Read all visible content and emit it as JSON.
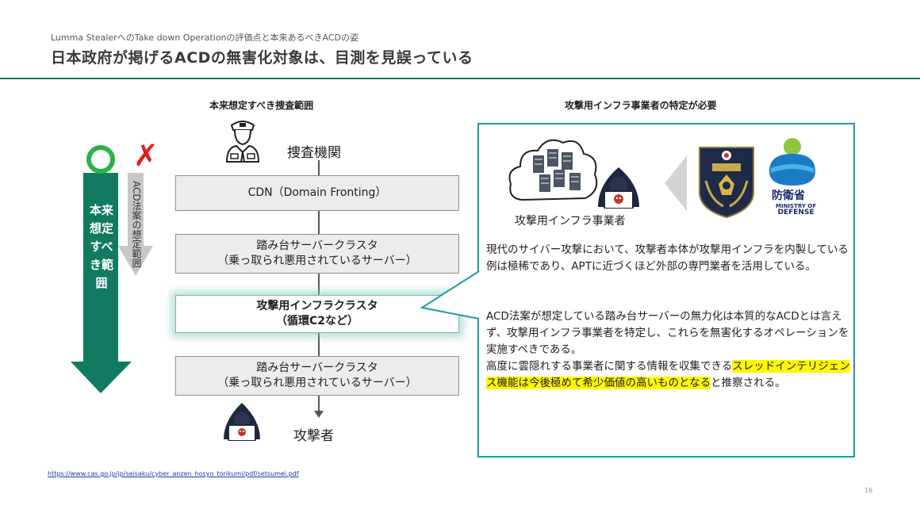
{
  "header": {
    "subtitle": "Lumma StealerへのTake down Operationの評価点と本来あるべきACDの姿",
    "title": "日本政府が掲げるACDの無害化対象は、目測を見誤っている"
  },
  "left_column": {
    "heading": "本来想定すべき捜査範囲",
    "green_arrow_label": "本来想定すべき範囲",
    "gray_arrow_label": "ACD法案の想定範囲",
    "circle_symbol": "",
    "x_symbol": "✗"
  },
  "flow": {
    "top_actor": "捜査機関",
    "boxes": [
      {
        "line1": "CDN（Domain Fronting）",
        "line2": ""
      },
      {
        "line1": "踏み台サーバークラスタ",
        "line2": "（乗っ取られ悪用されているサーバー）"
      },
      {
        "line1": "攻撃用インフラクラスタ",
        "line2": "（循環C2など）"
      },
      {
        "line1": "踏み台サーバークラスタ",
        "line2": "（乗っ取られ悪用されているサーバー）"
      }
    ],
    "bottom_actor": "攻撃者"
  },
  "right_panel": {
    "heading": "攻撃用インフラ事業者の特定が必要",
    "infra_label": "攻撃用インフラ事業者",
    "defense_name": "防衛省",
    "defense_sub1": "MINISTRY OF",
    "defense_sub2": "DEFENSE",
    "paragraph1": "現代のサイバー攻撃において、攻撃者本体が攻撃用インフラを内製している例は極稀であり、APTに近づくほど外部の専門業者を活用している。",
    "paragraph2": "ACD法案が想定している踏み台サーバーの無力化は本質的なACDとは言えず、攻撃用インフラ事業者を特定し、これらを無害化するオペレーションを実施すべきである。",
    "paragraph3_pre": "高度に雲隠れする事業者に関する情報を収集できる",
    "paragraph3_highlight": "スレッドインテリジェンス機能は今後極めて希少価値の高いものとなる",
    "paragraph3_post": "と推察される。"
  },
  "footer": {
    "source_url": "https://www.cas.go.jp/jp/seisaku/cyber_anzen_hosyo_torikumi/pdf/setsumei.pdf",
    "page_number": "16"
  },
  "colors": {
    "accent_green": "#137a62",
    "panel_border": "#1f9ba3",
    "highlight": "#fff600",
    "check_green": "#2db14a",
    "x_red": "#e0201b"
  }
}
